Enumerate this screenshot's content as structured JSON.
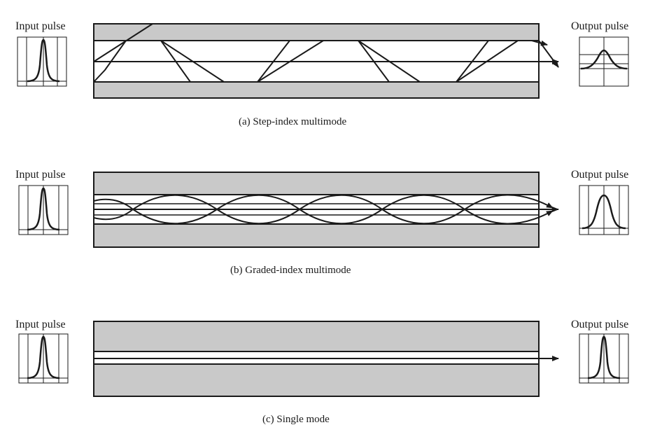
{
  "panels": [
    {
      "id": "a",
      "caption": "(a) Step-index multimode",
      "input_label": "Input pulse",
      "output_label": "Output pulse"
    },
    {
      "id": "b",
      "caption": "(b) Graded-index multimode",
      "input_label": "Input pulse",
      "output_label": "Output pulse"
    },
    {
      "id": "c",
      "caption": "(c) Single mode",
      "input_label": "Input pulse",
      "output_label": "Output pulse"
    }
  ],
  "colors": {
    "cladding": "#c9c9c9",
    "core": "#ffffff",
    "stroke": "#1a1a1a"
  }
}
